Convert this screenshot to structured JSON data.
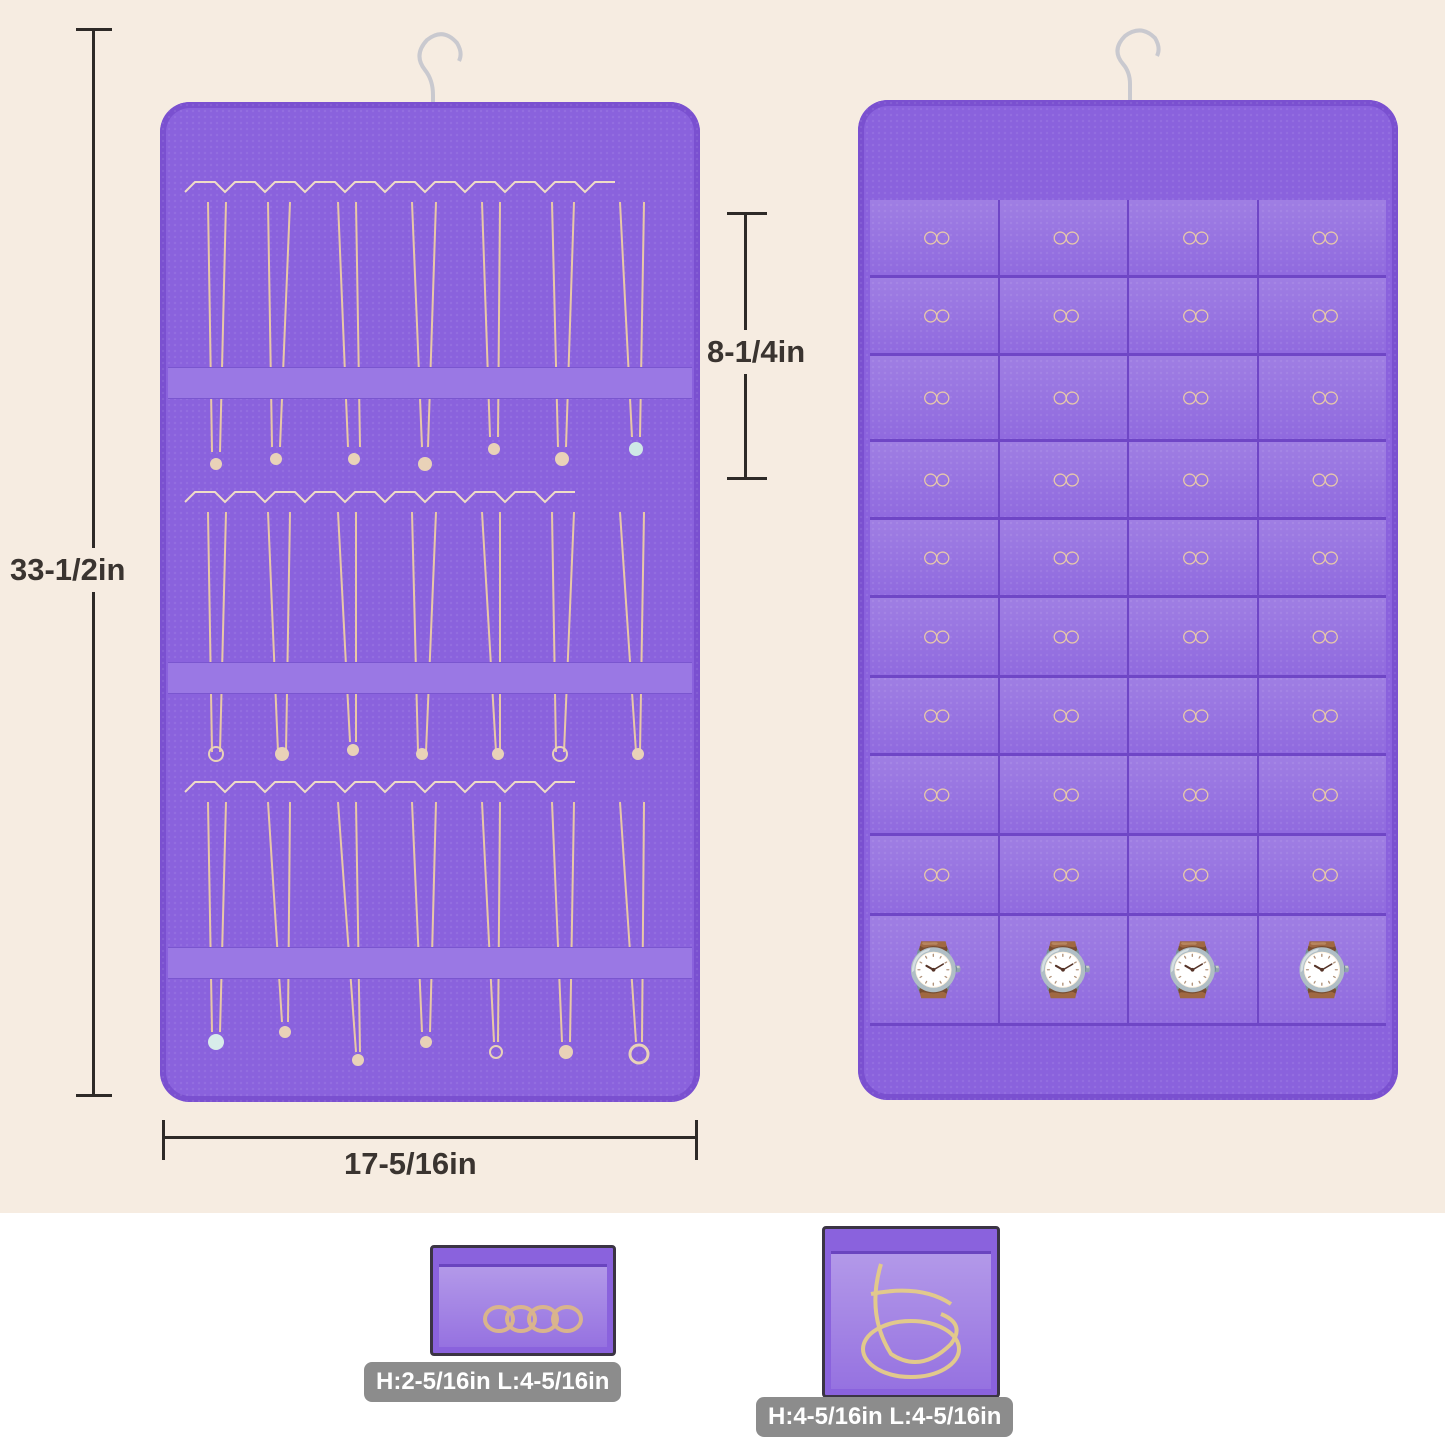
{
  "dimensions": {
    "height_total": "33-1/2in",
    "width_total": "17-5/16in",
    "section_height": "8-1/4in"
  },
  "small_pocket": {
    "label": "H:2-5/16in  L:4-5/16in"
  },
  "large_pocket": {
    "label": "H:4-5/16in  L:4-5/16in"
  },
  "colors": {
    "fabric": "#8a62dd",
    "background": "#f6ece1",
    "pill": "#8c8c8c"
  },
  "pocket_grid": {
    "rows": 10,
    "columns": 4
  }
}
